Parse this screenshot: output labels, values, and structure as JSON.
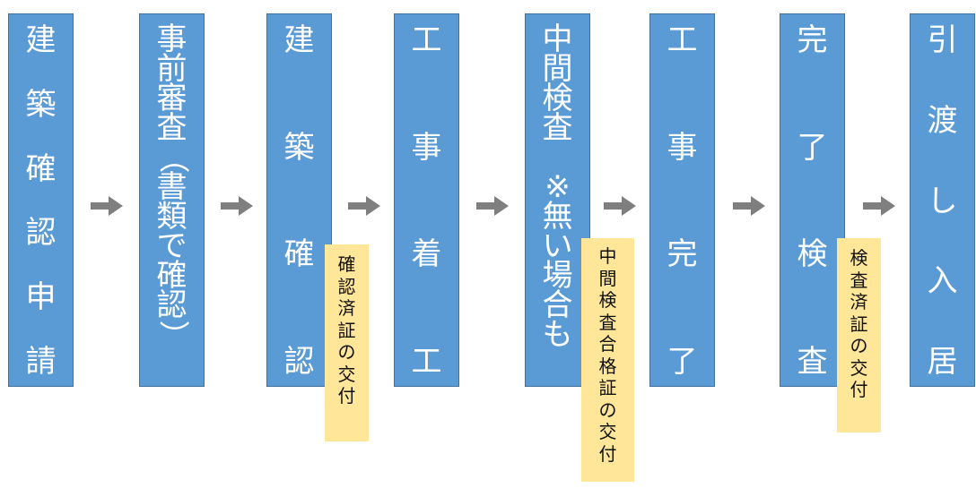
{
  "steps": [
    {
      "id": "kenchiku-kakunin-shinsei",
      "chars": [
        "建",
        "築",
        "確",
        "認",
        "申",
        "請"
      ]
    },
    {
      "id": "jizen-shinsa",
      "chars": [
        "事",
        "前",
        "審",
        "査",
        "（",
        "書",
        "類",
        "で",
        "確",
        "認",
        "）"
      ]
    },
    {
      "id": "kenchiku-kakunin",
      "chars": [
        "建",
        "築",
        "確",
        "認"
      ]
    },
    {
      "id": "kouji-chakkou",
      "chars": [
        "工",
        "事",
        "着",
        "工"
      ]
    },
    {
      "id": "chukan-kensa",
      "chars": [
        "中",
        "間",
        "検",
        "査",
        " ",
        "※",
        "無",
        "い",
        "場",
        "合",
        "も"
      ]
    },
    {
      "id": "kouji-kanryou",
      "chars": [
        "工",
        "事",
        "完",
        "了"
      ]
    },
    {
      "id": "kanryou-kensa",
      "chars": [
        "完",
        "了",
        "検",
        "査"
      ]
    },
    {
      "id": "hikiwatashi-nyuukyo",
      "chars": [
        "引",
        "渡",
        "し",
        "入",
        "居"
      ]
    }
  ],
  "notes": [
    {
      "id": "kakunin-zumi-shou",
      "chars": [
        "確",
        "認",
        "済",
        "証",
        "の",
        "交",
        "付"
      ]
    },
    {
      "id": "chukan-kensa-goukaku-shou",
      "chars": [
        "中",
        "間",
        "検",
        "査",
        "合",
        "格",
        "証",
        "の",
        "交",
        "付"
      ]
    },
    {
      "id": "kensa-zumi-shou",
      "chars": [
        "検",
        "査",
        "済",
        "証",
        "の",
        "交",
        "付"
      ]
    }
  ],
  "colors": {
    "box_fill": "#5b9bd5",
    "box_border": "#41719c",
    "box_text": "#ffffff",
    "note_fill": "#ffe699",
    "arrow": "#7f7f7f"
  }
}
